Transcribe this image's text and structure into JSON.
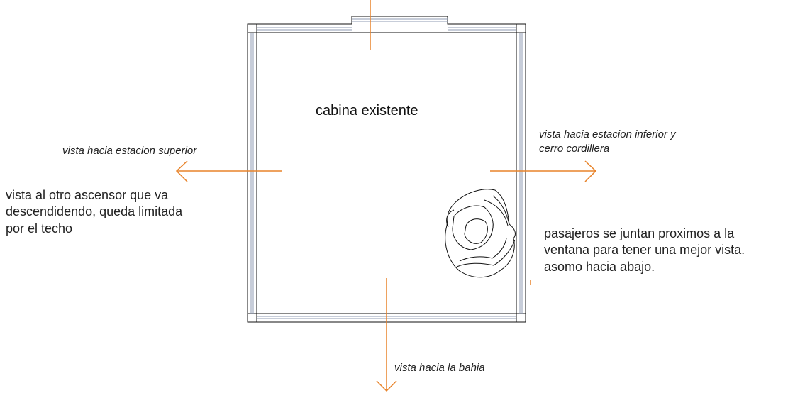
{
  "colors": {
    "arrow": "#e8832a",
    "line": "#111111",
    "window": "#8f9bb3"
  },
  "labels": {
    "cabin": "cabina existente",
    "view_upper": "vista hacia estacion superior",
    "view_lower_line1": "vista hacia estacion inferior y",
    "view_lower_line2": "cerro cordillera",
    "view_bay": "vista hacia la bahia",
    "elevator_line1": "vista al  otro ascensor que va",
    "elevator_line2": "descendidendo, queda  limitada",
    "elevator_line3": "por el techo",
    "passengers_line1": "pasajeros se juntan proximos a la",
    "passengers_line2": "ventana para tener una mejor vista.",
    "passengers_line3": "asomo hacia abajo."
  },
  "icons": [
    "arrow-left-icon",
    "arrow-right-icon",
    "arrow-down-icon",
    "passenger-figure-icon"
  ]
}
